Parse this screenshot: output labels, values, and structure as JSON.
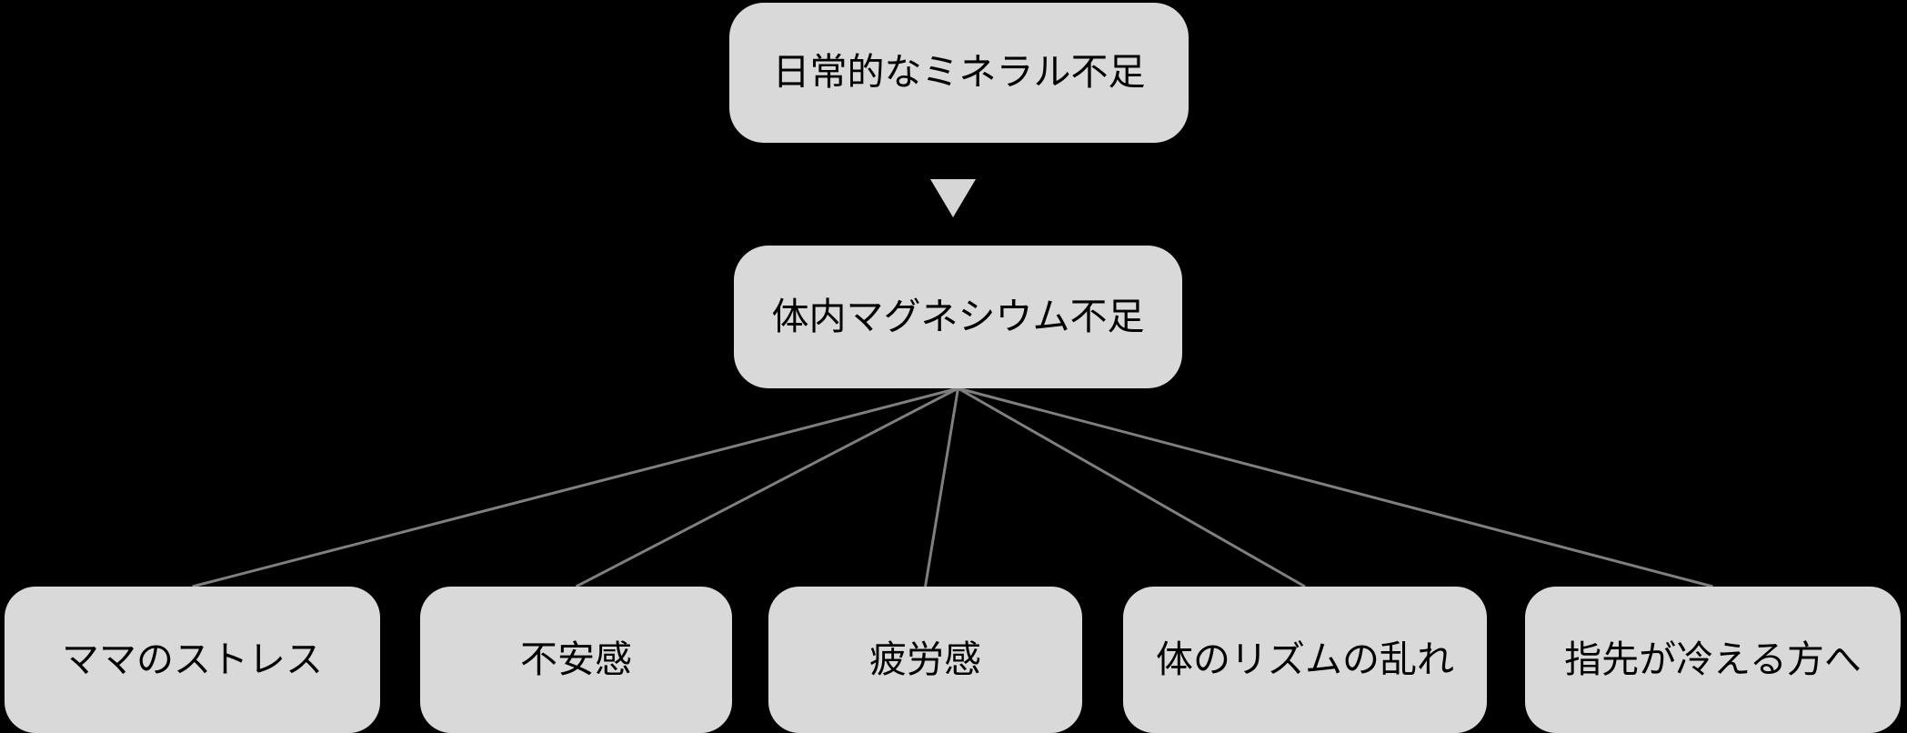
{
  "diagram": {
    "background_color": "#000000",
    "node_fill_color": "#d9d9d9",
    "node_text_color": "#000000",
    "connector_color": "#7f7f7f",
    "connector_width": 3,
    "arrow_color": "#d6d6d6",
    "arrow_icon": "triangle-down-icon",
    "nodes": {
      "daily_mineral": {
        "label": "日常的なミネラル不足"
      },
      "magnesium": {
        "label": "体内マグネシウム不足"
      },
      "stress": {
        "label": "ママのストレス"
      },
      "anxiety": {
        "label": "不安感"
      },
      "fatigue": {
        "label": "疲労感"
      },
      "rhythm": {
        "label": "体のリズムの乱れ"
      },
      "cold_fingers": {
        "label": "指先が冷える方へ"
      }
    },
    "arrow_edge": {
      "from": "daily_mineral",
      "to": "magnesium"
    },
    "edges": [
      {
        "from": "magnesium",
        "to": "stress"
      },
      {
        "from": "magnesium",
        "to": "anxiety"
      },
      {
        "from": "magnesium",
        "to": "fatigue"
      },
      {
        "from": "magnesium",
        "to": "rhythm"
      },
      {
        "from": "magnesium",
        "to": "cold_fingers"
      }
    ]
  }
}
